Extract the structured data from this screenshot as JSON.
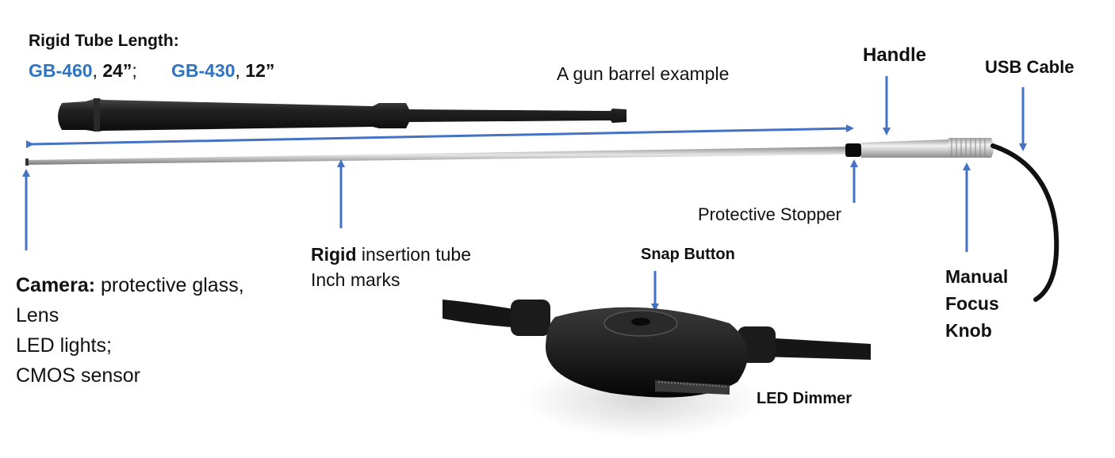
{
  "tube_length": {
    "heading": "Rigid Tube Length:",
    "model_a": "GB-460",
    "len_a": "24”",
    "sep_a": ", ",
    "sep_b": ";",
    "model_b": "GB-430",
    "len_b": "12”",
    "sep_c": ", "
  },
  "labels": {
    "gun_barrel": "A gun barrel example",
    "handle": "Handle",
    "usb_cable": "USB Cable",
    "protective_stopper": "Protective Stopper",
    "rigid_bold": "Rigid",
    "rigid_rest": " insertion tube",
    "inch_marks": "Inch marks",
    "snap_button": "Snap Button",
    "led_dimmer": "LED Dimmer",
    "manual": "Manual",
    "focus": "Focus",
    "knob": "Knob",
    "camera_bold": "Camera:",
    "camera_rest": " protective glass,",
    "lens": "Lens",
    "led_lights": "LED lights;",
    "cmos": "CMOS sensor"
  },
  "colors": {
    "arrow": "#4472c4",
    "model_text": "#2e74c0",
    "barrel": "#1c1c1c",
    "tube": "#b4b4b4",
    "handle": "#d8d8d8",
    "cable": "#111111"
  }
}
